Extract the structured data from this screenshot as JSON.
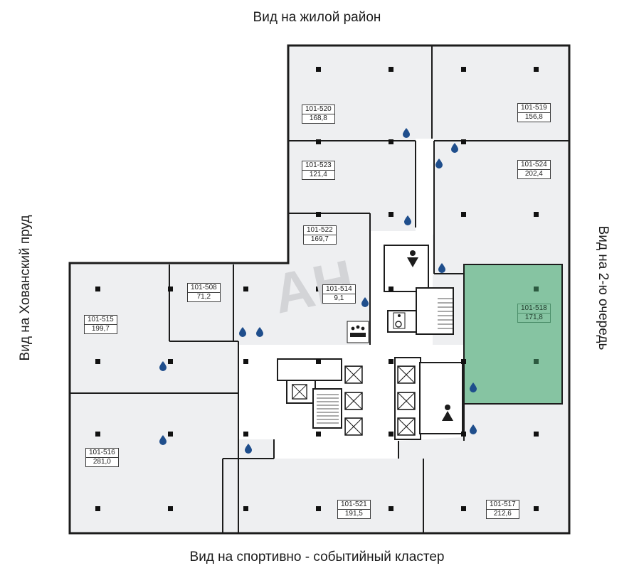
{
  "views": {
    "top": "Вид на жилой район",
    "bottom": "Вид на спортивно - событийный кластер",
    "left": "Вид на Хованский пруд",
    "right": "Вид на 2-ю очередь"
  },
  "watermark": "AH",
  "colors": {
    "room_fill": "#eeeff1",
    "selected_fill": "#86c4a2",
    "wall": "#1c1c1c",
    "water_icon": "#1f4e8c",
    "background": "#ffffff"
  },
  "selected_room": "101-518",
  "rooms": [
    {
      "id": "101-520",
      "area": "168,8"
    },
    {
      "id": "101-519",
      "area": "156,8"
    },
    {
      "id": "101-523",
      "area": "121,4"
    },
    {
      "id": "101-524",
      "area": "202,4"
    },
    {
      "id": "101-522",
      "area": "169,7"
    },
    {
      "id": "101-508",
      "area": "71,2"
    },
    {
      "id": "101-514",
      "area": "9,1"
    },
    {
      "id": "101-515",
      "area": "199,7"
    },
    {
      "id": "101-518",
      "area": "171,8"
    },
    {
      "id": "101-516",
      "area": "281,0"
    },
    {
      "id": "101-521",
      "area": "191,5"
    },
    {
      "id": "101-517",
      "area": "212,6"
    }
  ],
  "icons": [
    "water-drop-icon",
    "male-wc-icon",
    "female-wc-icon",
    "wheelchair-icon",
    "meeting-room-icon",
    "elevator-icon",
    "stairs-icon"
  ]
}
